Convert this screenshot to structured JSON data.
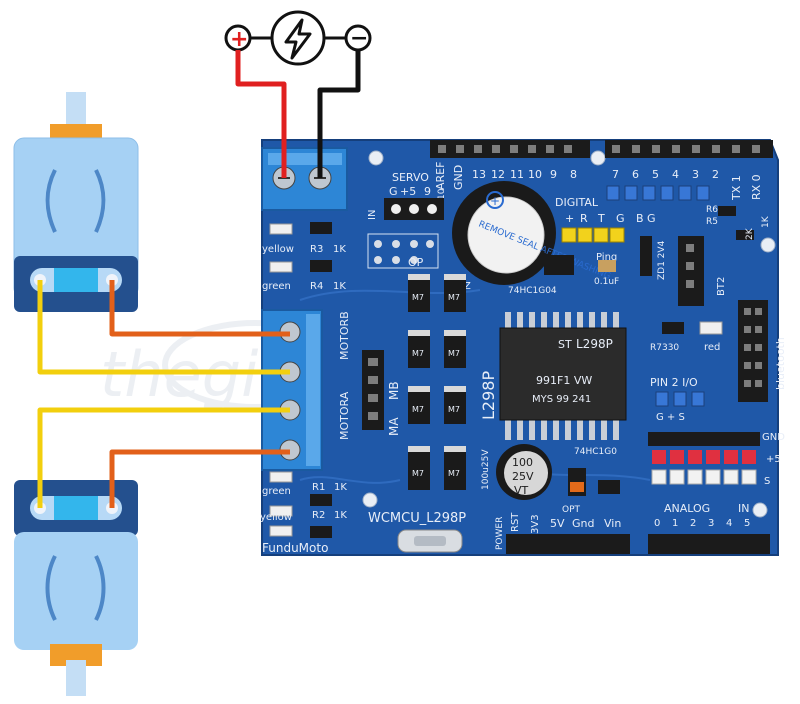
{
  "power_source": {
    "plus_symbol": "+",
    "minus_symbol": "−",
    "icon": "lightning-bolt-icon"
  },
  "board": {
    "name": "WCMCU_L298P",
    "brand": "FunduMoto",
    "chip": "L298P",
    "chip_marking_1": "991F1 VW",
    "chip_marking_2": "MYS 99 241",
    "servo_label": "SERVO",
    "servo_pins": [
      "G",
      "+5",
      "9",
      "10"
    ],
    "in_label": "IN",
    "op_label": "OP",
    "buzzer_text": "REMOVE SEAL AFTER WASHING",
    "buzzer_label": "BUZ",
    "buzzer_plus": "+",
    "ping_pins": [
      "+",
      "R",
      "T",
      "G"
    ],
    "ping_label": "Ping",
    "bg_label": "B G",
    "digital_label": "DIGITAL",
    "header_top_labels": [
      "AREF",
      "GND",
      "13",
      "12",
      "11",
      "10",
      "9",
      "8",
      "7",
      "6",
      "5",
      "4",
      "3",
      "2",
      "TX 1",
      "RX 0"
    ],
    "led_labels": {
      "yellow_top": "yellow",
      "green_top": "green",
      "green_bottom": "green",
      "yellow_bottom": "yellow",
      "red": "red"
    },
    "resistors": {
      "r3": "R3",
      "r4": "R4",
      "r1": "R1",
      "r2": "R2",
      "k1": "1K",
      "k1b": "1K",
      "k1c": "1K",
      "k1d": "1K",
      "r5": "R5",
      "r6": "R6",
      "k2": "2K",
      "k1e": "1K"
    },
    "motor_labels": {
      "motorb": "MOTORB",
      "motora": "MOTORA",
      "mb": "MB",
      "ma": "MA"
    },
    "diode_label": "M7",
    "ic_small_1": "74HC1G04",
    "ic_small_2": "74HC1G0",
    "cap_value": "0.1uF",
    "cap_electro_label": "100u25V",
    "cap_top": "100",
    "cap_mid": "25V",
    "cap_bot": "VT",
    "zd_label": "ZD1 2V4",
    "bt_label": "BT2",
    "r7_label": "R7330",
    "pin_header_label": "PIN 2 I/O",
    "pin_sub": "G + S",
    "bluetooth_label": "bluetooth",
    "power_header_labels": [
      "RST",
      "3V3",
      "5V",
      "Gnd",
      "Vin"
    ],
    "power_label": "POWER",
    "analog_label": "ANALOG",
    "analog_in": "IN",
    "analog_pins": [
      "0",
      "1",
      "2",
      "3",
      "4",
      "5"
    ],
    "side_gnd": "GND",
    "side_plus5": "+5",
    "side_s": "S",
    "opt_label": "OPT"
  },
  "watermark": "thegioiicdien",
  "colors": {
    "board": "#1f58a8",
    "terminal": "#2f8ad8",
    "wire_red": "#e02020",
    "wire_black": "#111111",
    "wire_orange": "#e2601a",
    "wire_yellow": "#f2cf0e",
    "motor_body": "#9fcdf3",
    "motor_cap": "#285a9a",
    "motor_bearing": "#f19d2a"
  }
}
